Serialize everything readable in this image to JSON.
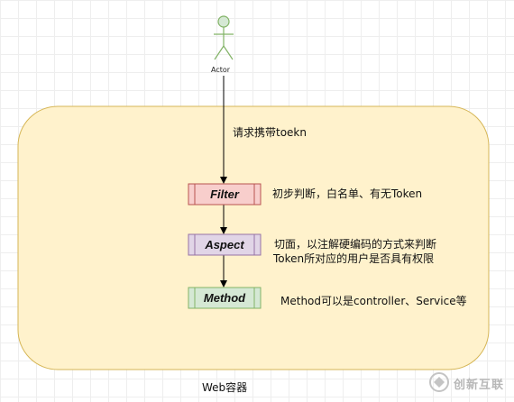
{
  "actor": {
    "label": "Actor"
  },
  "request": {
    "label": "请求携带toekn"
  },
  "container": {
    "label": "Web容器"
  },
  "nodes": [
    {
      "name": "Filter",
      "note": "初步判断，白名单、有无Token",
      "fill": "#f8cecc",
      "stroke": "#b85450"
    },
    {
      "name": "Aspect",
      "note_lines": [
        "切面，以注解硬编码的方式来判断",
        "Token所对应的用户是否具有权限"
      ],
      "fill": "#e1d5e7",
      "stroke": "#9673a6"
    },
    {
      "name": "Method",
      "note": "Method可以是controller、Service等",
      "fill": "#d5e8d4",
      "stroke": "#82b366"
    }
  ],
  "colors": {
    "container_fill": "#fff2cc",
    "container_stroke": "#d6b656",
    "actor_fill": "#d5e8d4",
    "actor_stroke": "#82b366",
    "arrow": "#000000"
  },
  "watermark": {
    "text": "创新互联"
  }
}
